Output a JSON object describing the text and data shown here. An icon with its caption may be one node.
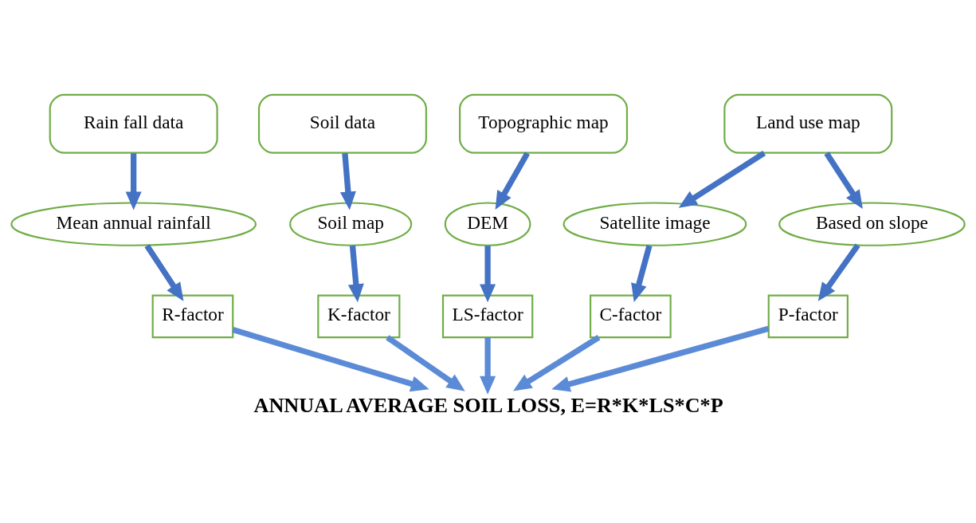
{
  "diagram": {
    "nodes": [
      {
        "text": [
          "Rain fall data"
        ]
      },
      {
        "text": [
          "Soil data"
        ]
      },
      {
        "text": [
          "Topographic map"
        ]
      },
      {
        "text": [
          "Land use map"
        ]
      },
      {
        "text": [
          "Mean annual rainfall"
        ]
      },
      {
        "text": [
          "Soil map"
        ]
      },
      {
        "text": [
          "DEM"
        ]
      },
      {
        "text": [
          "Satellite image"
        ]
      },
      {
        "text": [
          "Based on slope"
        ]
      },
      {
        "text": [
          "R-factor"
        ]
      },
      {
        "text": [
          "K-factor"
        ]
      },
      {
        "text": [
          "LS-factor"
        ]
      },
      {
        "text": [
          "C-factor"
        ]
      },
      {
        "text": [
          "P-factor"
        ]
      },
      {
        "text": [
          "ANNUAL AVERAGE SOIL LOSS, E=R*K*LS*C*P"
        ]
      }
    ],
    "edges": [
      {
        "from": 0,
        "to": 4,
        "arrow": "to"
      },
      {
        "from": 1,
        "to": 5,
        "arrow": "to"
      },
      {
        "from": 2,
        "to": 6,
        "arrow": "to"
      },
      {
        "from": 3,
        "to": 7,
        "arrow": "to"
      },
      {
        "from": 3,
        "to": 8,
        "arrow": "to"
      },
      {
        "from": 4,
        "to": 9,
        "arrow": "to"
      },
      {
        "from": 5,
        "to": 10,
        "arrow": "to"
      },
      {
        "from": 6,
        "to": 11,
        "arrow": "to"
      },
      {
        "from": 7,
        "to": 12,
        "arrow": "to"
      },
      {
        "from": 8,
        "to": 13,
        "arrow": "to"
      },
      {
        "from": 9,
        "to": 14,
        "arrow": "to",
        "color": "#5b8bd6"
      },
      {
        "from": 10,
        "to": 14,
        "arrow": "to",
        "color": "#5b8bd6"
      },
      {
        "from": 11,
        "to": 14,
        "arrow": "to",
        "color": "#5b8bd6"
      },
      {
        "from": 12,
        "to": 14,
        "arrow": "to",
        "color": "#5b8bd6"
      },
      {
        "from": 13,
        "to": 14,
        "arrow": "to",
        "color": "#5b8bd6"
      }
    ]
  }
}
